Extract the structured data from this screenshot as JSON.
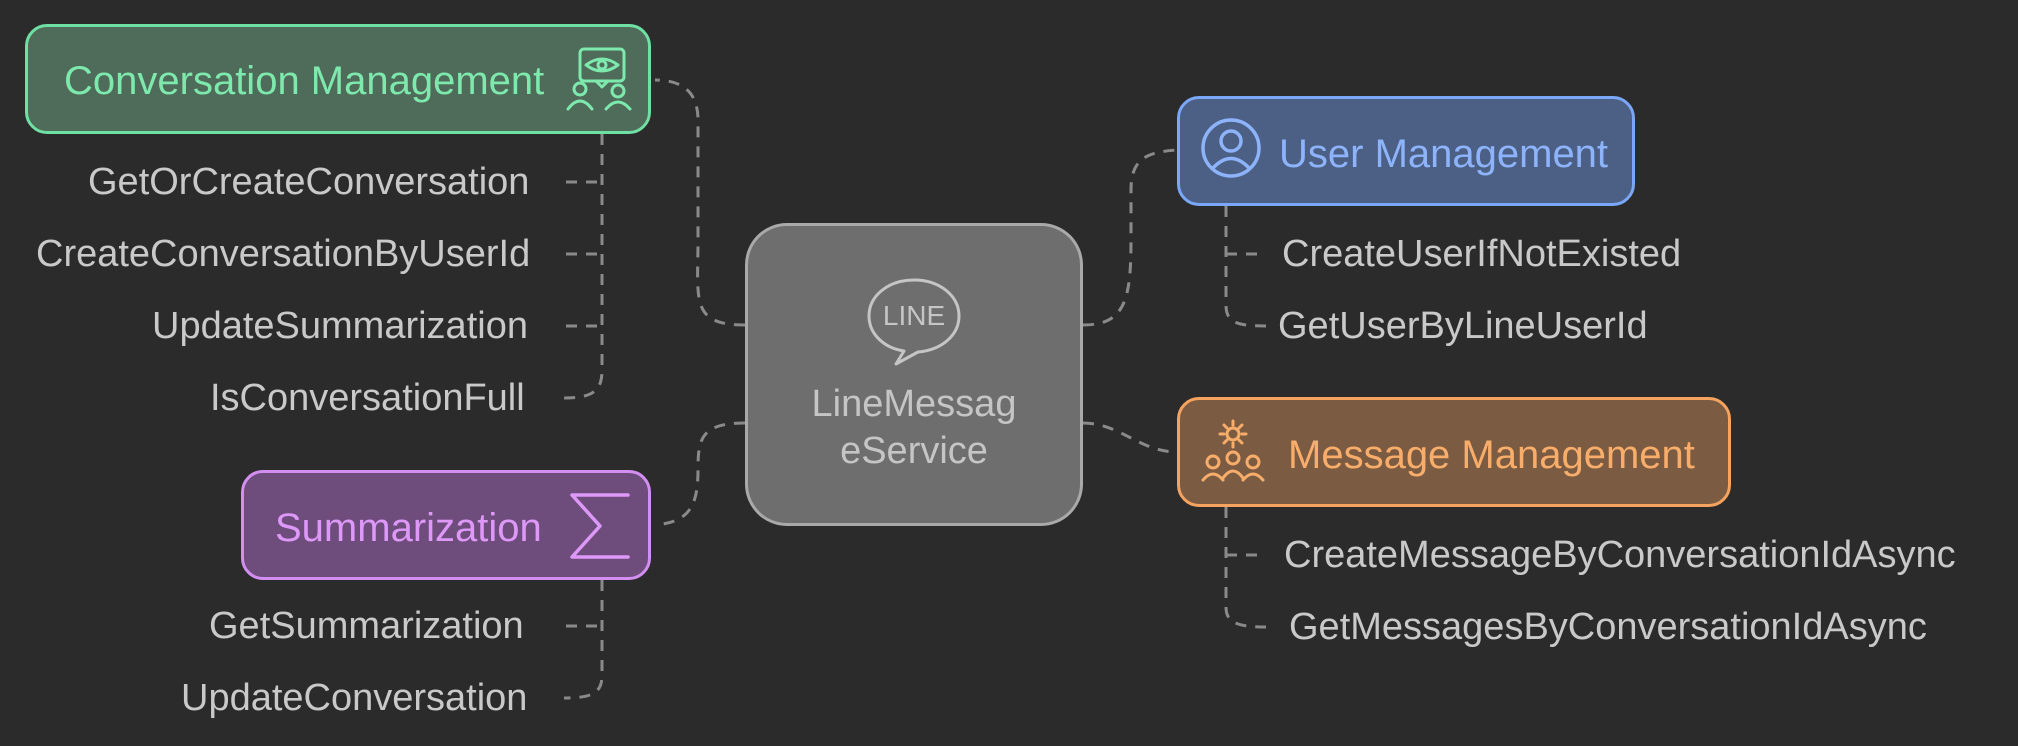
{
  "center": {
    "icon": "line-logo-icon",
    "icon_text": "LINE",
    "label_line1": "LineMessag",
    "label_line2": "eService"
  },
  "conversation_management": {
    "label": "Conversation Management",
    "icon": "people-vision-icon",
    "color": "#6fe0a3",
    "items": [
      "GetOrCreateConversation",
      "CreateConversationByUserId",
      "UpdateSummarization",
      "IsConversationFull"
    ]
  },
  "summarization": {
    "label": "Summarization",
    "icon": "sigma-icon",
    "color": "#d38ef2",
    "items": [
      "GetSummarization",
      "UpdateConversation"
    ]
  },
  "user_management": {
    "label": "User Management",
    "icon": "user-circle-icon",
    "color": "#7aa7f7",
    "items": [
      "CreateUserIfNotExisted",
      "GetUserByLineUserId"
    ]
  },
  "message_management": {
    "label": "Message Management",
    "icon": "team-gear-icon",
    "color": "#f5a35e",
    "items": [
      "CreateMessageByConversationIdAsync",
      "GetMessagesByConversationIdAsync"
    ]
  }
}
